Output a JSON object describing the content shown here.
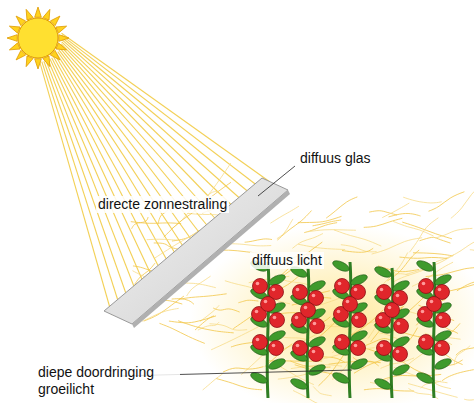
{
  "diagram": {
    "labels": [
      "diffuus glas",
      "directe zonnestraling",
      "diffuus licht",
      "diepe doordringing groeilicht"
    ]
  }
}
